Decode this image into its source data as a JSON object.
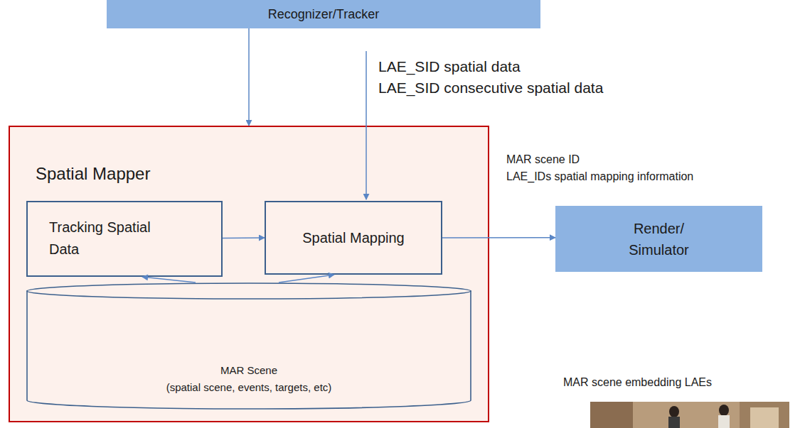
{
  "diagram": {
    "nodes": [
      {
        "text": [
          "Recognizer/Tracker"
        ]
      },
      {
        "text": [
          "Spatial Mapper"
        ]
      },
      {
        "text": [
          "Tracking Spatial Data"
        ],
        "in": 1
      },
      {
        "text": [
          "Spatial Mapping"
        ],
        "in": 1
      },
      {
        "text": [
          "MAR Scene",
          "(spatial scene, events, targets, etc)"
        ],
        "in": 1
      },
      {
        "text": [
          "Render/ Simulator"
        ]
      }
    ],
    "edges": [
      {
        "from": 0,
        "to": 1,
        "arrow": "to"
      },
      {
        "from": 2,
        "to": 3,
        "arrow": "to"
      },
      {
        "from": 3,
        "to": 5,
        "arrow": "to"
      },
      {
        "from": 4,
        "to": 2,
        "arrow": "to"
      },
      {
        "from": 4,
        "to": 3,
        "arrow": "to"
      }
    ],
    "labels": [
      "LAE_SID spatial data",
      "LAE_SID consecutive spatial data",
      "MAR scene ID",
      "LAE_IDs spatial mapping information",
      "MAR scene embedding LAEs"
    ]
  }
}
